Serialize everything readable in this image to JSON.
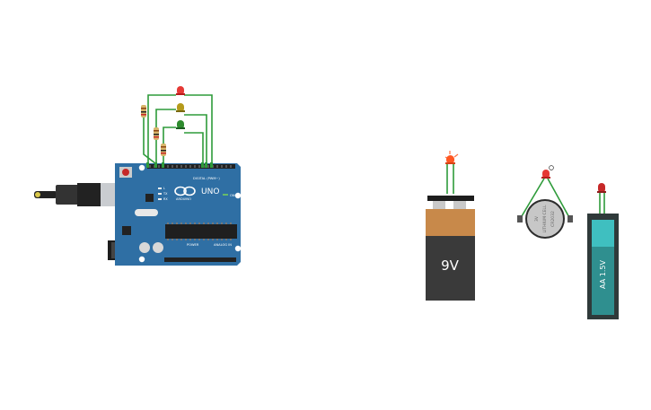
{
  "canvas": {
    "background": "#ffffff"
  },
  "arduino": {
    "board_color": "#2f6fa4",
    "logo_text": "ARDUINO",
    "model_text": "UNO",
    "digital_label": "DIGITAL (PWM~)",
    "power_label": "POWER",
    "analog_label": "ANALOG IN",
    "on_label": "ON",
    "tx_label": "TX",
    "rx_label": "RX",
    "l_label": "L"
  },
  "leds": {
    "red_color": "#e53935",
    "yellow_color": "#b59a1b",
    "green_color": "#2e8b2e",
    "wire_color": "#2e9b3a"
  },
  "battery_9v": {
    "label": "9V",
    "top_color": "#c8894a",
    "body_color": "#3a3a3a"
  },
  "coin_cell": {
    "text_line1": "3V",
    "text_line2": "LITHIUM CELL",
    "text_line3": "CR2032"
  },
  "aa_battery": {
    "label": "AA 1.5V",
    "color": "#3fbfc0",
    "holder_color": "#2f3a3a"
  },
  "icons": {
    "usb": "usb-cable-icon",
    "power_jack": "barrel-jack-icon"
  }
}
